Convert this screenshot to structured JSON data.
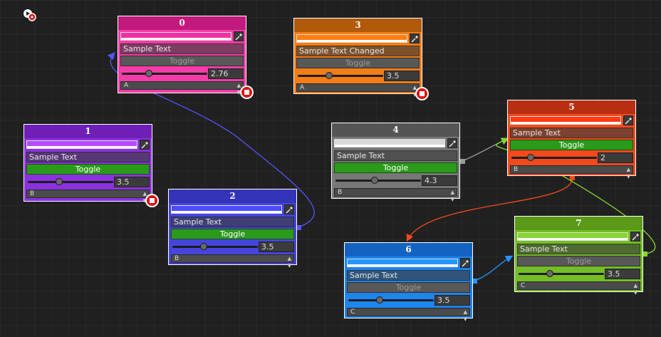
{
  "canvas": {
    "play_icon": "play-icon",
    "record_icon": "record-icon"
  },
  "nodes": [
    {
      "id": "0",
      "title": "0",
      "text": "Sample Text",
      "toggle_label": "Toggle",
      "toggle_on": false,
      "slider_value": "2.76",
      "slider_fraction": 0.3,
      "dropdown": "A",
      "header_color": "#c2197e",
      "body_color": "#f53ca8",
      "swatch_color": "#f22fa4",
      "has_stop": true
    },
    {
      "id": "1",
      "title": "1",
      "text": "Sample Text",
      "toggle_label": "Toggle",
      "toggle_on": true,
      "slider_value": "3.5",
      "slider_fraction": 0.35,
      "dropdown": "B",
      "header_color": "#6f1fb5",
      "body_color": "#8b32e0",
      "swatch_color": "#b64bff",
      "has_stop": true
    },
    {
      "id": "2",
      "title": "2",
      "text": "Sample Text",
      "toggle_label": "Toggle",
      "toggle_on": true,
      "slider_value": "3.5",
      "slider_fraction": 0.35,
      "dropdown": "B",
      "header_color": "#3434b8",
      "body_color": "#4545de",
      "swatch_color": "#4b4bff",
      "has_stop": false
    },
    {
      "id": "3",
      "title": "3",
      "text": "Sample Text Changed",
      "toggle_label": "Toggle",
      "toggle_on": false,
      "slider_value": "3.5",
      "slider_fraction": 0.35,
      "dropdown": "A",
      "header_color": "#b05a0a",
      "body_color": "#f47d16",
      "swatch_color": "#ff7f10",
      "has_stop": true
    },
    {
      "id": "4",
      "title": "4",
      "text": "Sample Text",
      "toggle_label": "Toggle",
      "toggle_on": true,
      "slider_value": "4.3",
      "slider_fraction": 0.45,
      "dropdown": "B",
      "header_color": "#555555",
      "body_color": "#777777",
      "swatch_color": "#d8d8d8",
      "has_stop": false
    },
    {
      "id": "5",
      "title": "5",
      "text": "Sample Text",
      "toggle_label": "Toggle",
      "toggle_on": true,
      "slider_value": "2",
      "slider_fraction": 0.2,
      "dropdown": "B",
      "header_color": "#b82e12",
      "body_color": "#f24a1c",
      "swatch_color": "#ff3a10",
      "has_stop": false
    },
    {
      "id": "6",
      "title": "6",
      "text": "Sample Text",
      "toggle_label": "Toggle",
      "toggle_on": false,
      "slider_value": "3.5",
      "slider_fraction": 0.35,
      "dropdown": "C",
      "header_color": "#1463c2",
      "body_color": "#1e84ee",
      "swatch_color": "#2596ff",
      "has_stop": false
    },
    {
      "id": "7",
      "title": "7",
      "text": "Sample Text",
      "toggle_label": "Toggle",
      "toggle_on": false,
      "slider_value": "3.5",
      "slider_fraction": 0.35,
      "dropdown": "C",
      "header_color": "#5a9a18",
      "body_color": "#74bd24",
      "swatch_color": "#86d62e",
      "has_stop": false
    }
  ],
  "connections": [
    {
      "from": "2",
      "to": "0",
      "color": "#5555ff"
    },
    {
      "from": "4",
      "to": "5",
      "color": "#999999"
    },
    {
      "from": "5",
      "to": "6",
      "color": "#f24a1c"
    },
    {
      "from": "6",
      "to": "7",
      "color": "#2596ff"
    },
    {
      "from": "7",
      "to": "5",
      "color": "#86d62e"
    }
  ]
}
